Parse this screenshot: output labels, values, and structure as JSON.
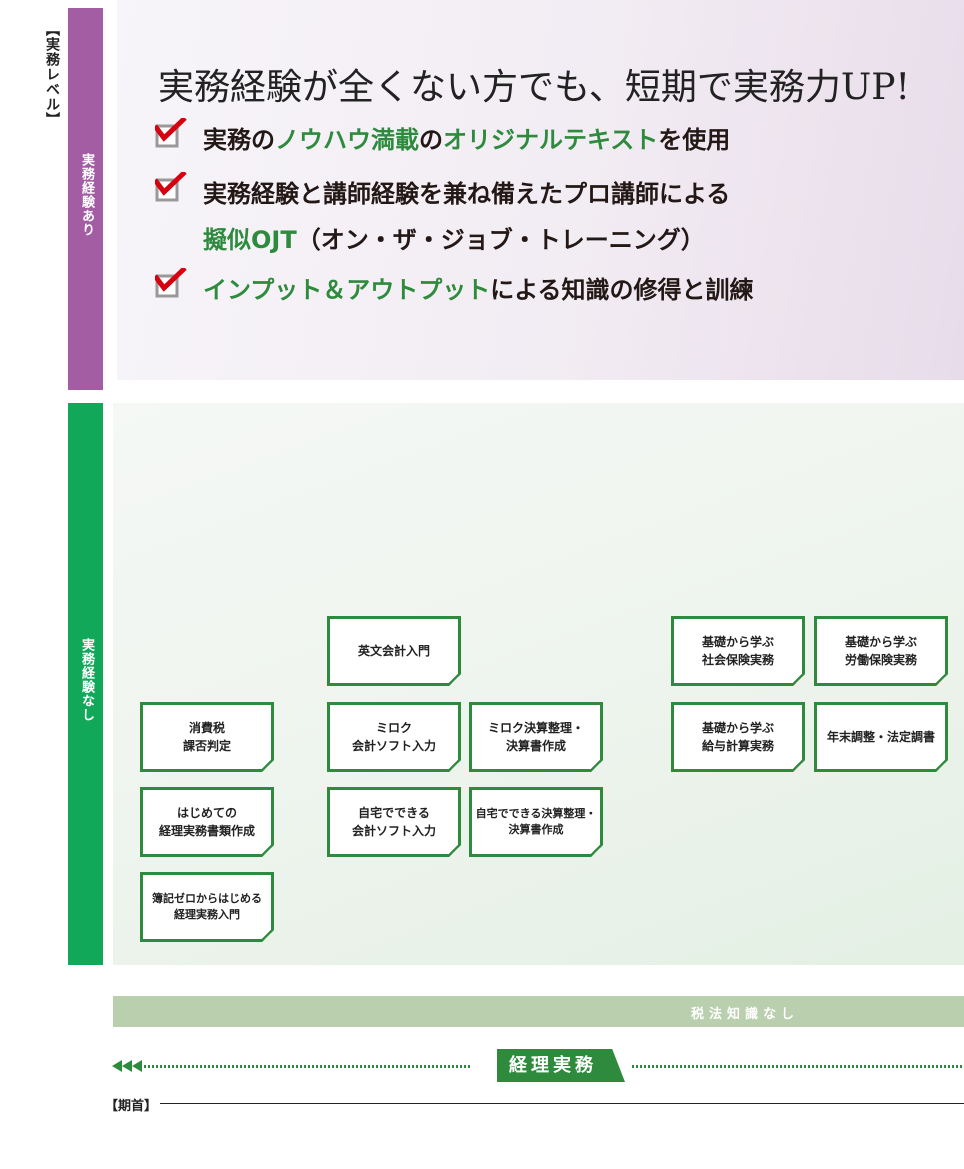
{
  "labels": {
    "level": "【実務レベル】",
    "with_experience": "実務経験あり",
    "without_experience": "実務経験なし",
    "tax_knowledge": "税法知識なし",
    "accounting": "経理実務",
    "period_start": "【期首】"
  },
  "headline": "実務経験が全くない方でも、短期で実務力UP!",
  "features": [
    {
      "segments": [
        "実務の",
        "ノウハウ満載",
        "の",
        "オリジナルテキスト",
        "を使用"
      ]
    },
    {
      "segments": [
        "実務経験と講師経験を兼ね備えたプロ講師による"
      ]
    },
    {
      "segments": [
        "擬似OJT",
        "（オン・ザ・ジョブ・トレーニング）"
      ]
    },
    {
      "segments": [
        "インプット＆アウトプット",
        "による知識の修得と訓練"
      ]
    }
  ],
  "courses": [
    "英文会計入門",
    "消費税\n課否判定",
    "ミロク\n会計ソフト入力",
    "ミロク決算整理・\n決算書作成",
    "はじめての\n経理実務書類作成",
    "自宅でできる\n会計ソフト入力",
    "自宅でできる決算整理・\n決算書作成",
    "簿記ゼロからはじめる\n経理実務入門",
    "基礎から学ぶ\n社会保険実務",
    "基礎から学ぶ\n労働保険実務",
    "基礎から学ぶ\n給与計算実務",
    "年末調整・法定調書"
  ],
  "colors": {
    "purple": "#a35ea3",
    "green": "#2e8b3e",
    "bright_green": "#12a85a",
    "check_red": "#d7000f"
  }
}
